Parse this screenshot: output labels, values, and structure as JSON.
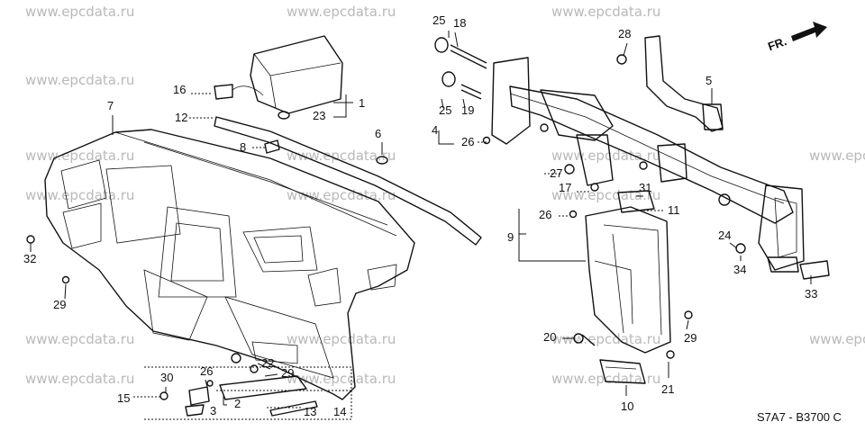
{
  "watermark": "www.epcdata.ru",
  "direction_label": "FR.",
  "figure_code": "S7A7 - B3700 C",
  "callouts": [
    "1",
    "2",
    "3",
    "4",
    "5",
    "6",
    "7",
    "8",
    "9",
    "10",
    "11",
    "12",
    "13",
    "14",
    "15",
    "16",
    "17",
    "18",
    "19",
    "20",
    "21",
    "22",
    "23",
    "24",
    "25",
    "25",
    "26",
    "26",
    "26",
    "27",
    "28",
    "29",
    "29",
    "29",
    "30",
    "31",
    "32",
    "33",
    "34"
  ]
}
